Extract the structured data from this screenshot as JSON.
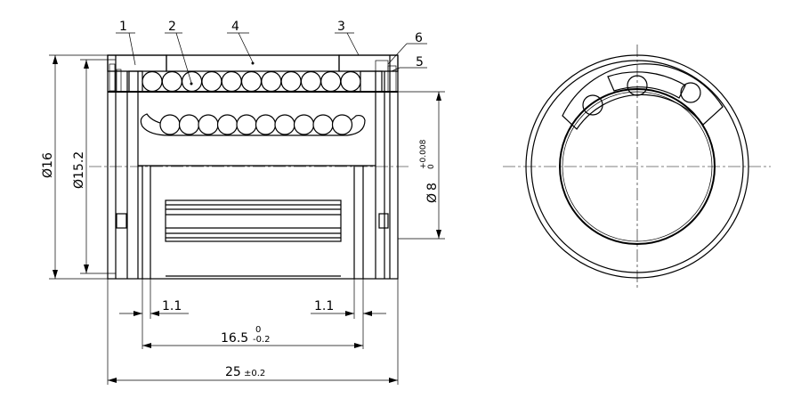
{
  "drawing": {
    "part_labels": [
      "1",
      "2",
      "3",
      "4",
      "5",
      "6"
    ],
    "dimensions": {
      "outer_diameter": {
        "symbol": "Ø",
        "value": "16"
      },
      "groove_diameter": {
        "symbol": "Ø",
        "value": "15.2"
      },
      "bore_diameter": {
        "symbol": "Ø",
        "value": "8",
        "upper_tol": "+0.008",
        "lower_tol": "0"
      },
      "groove_width_left": "1.1",
      "groove_width_right": "1.1",
      "groove_spacing": {
        "value": "16.5",
        "upper_tol": "0",
        "lower_tol": "-0.2"
      },
      "overall_length": {
        "value": "25",
        "tol": "±0.2"
      }
    },
    "colors": {
      "line": "#000000",
      "background": "#ffffff"
    }
  }
}
